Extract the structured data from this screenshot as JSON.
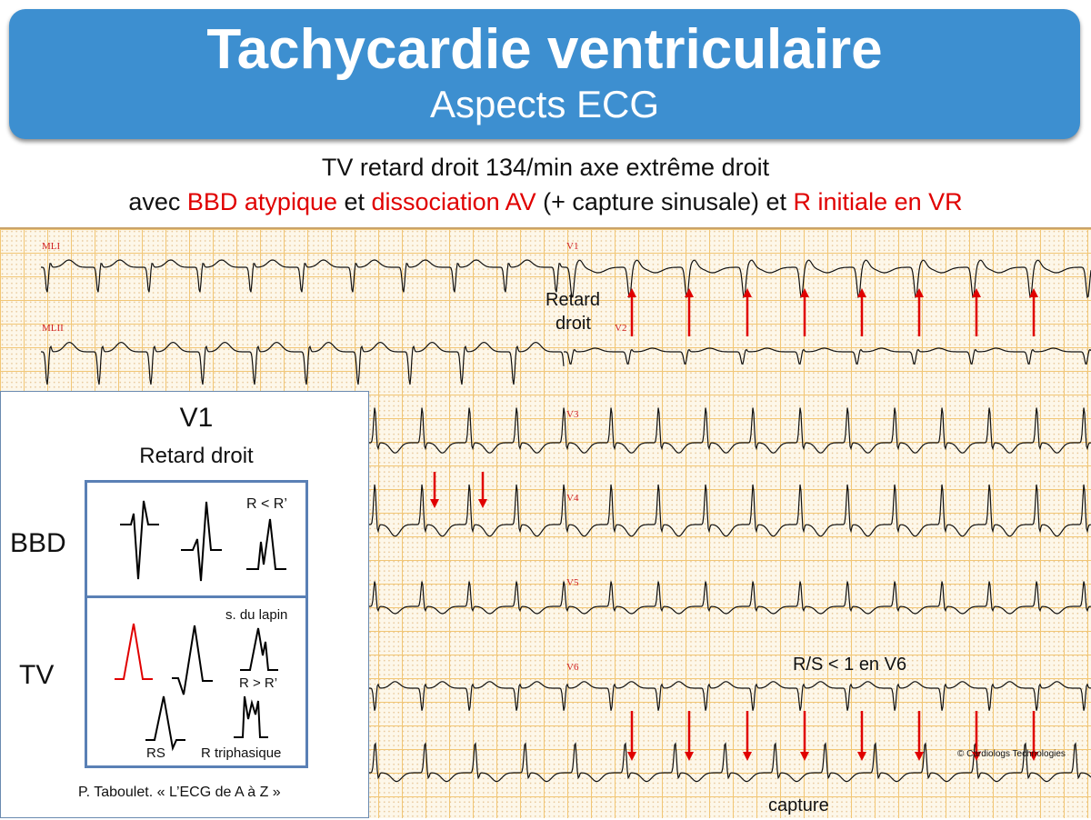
{
  "title": "Tachycardie ventriculaire",
  "subtitle": "Aspects ECG",
  "description": {
    "line1": "TV retard droit 134/min axe extrême droit",
    "line2_parts": [
      "avec ",
      "BBD atypique",
      " et ",
      "dissociation AV",
      " (+ capture sinusale) et ",
      "R initiale en VR"
    ]
  },
  "ecg": {
    "leads": [
      "MLI",
      "MLII",
      "V1",
      "V2",
      "V3",
      "V4",
      "V5",
      "V6"
    ],
    "annotations": {
      "retard": "Retard",
      "droit": "droit",
      "rs": "R/S < 1 en V6",
      "capture": "capture",
      "copyright": "© Cardiologs Technologies"
    },
    "accent_color": "#e00000"
  },
  "inset": {
    "title": "V1",
    "heading": "Retard droit",
    "row_bbd": "BBD",
    "row_tv": "TV",
    "labels": {
      "r_lt": "R < R’",
      "lapin": "s. du lapin",
      "r_gt": "R > R’",
      "rs": "RS",
      "triph": "R triphasique"
    },
    "citation": "P. Taboulet. « L’ECG de A à Z »"
  }
}
